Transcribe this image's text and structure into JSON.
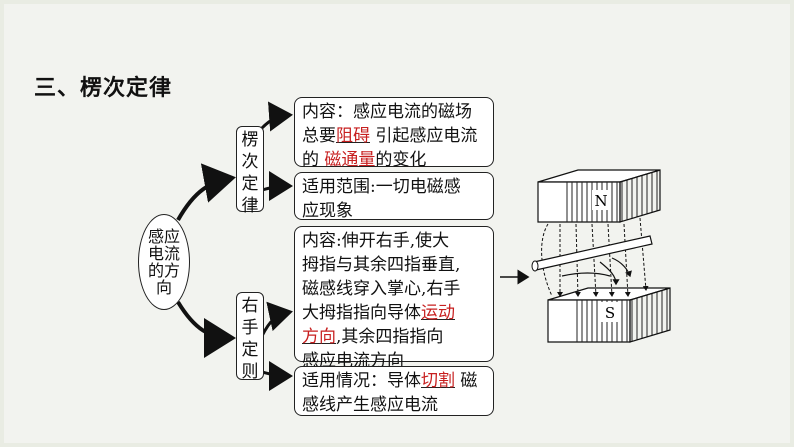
{
  "title": "三、楞次定律",
  "center_label": [
    "感应",
    "电流",
    "的方",
    "向"
  ],
  "lenz": {
    "label": [
      "楞",
      "次",
      "定",
      "律"
    ],
    "content": {
      "line1": "内容：感应电流的磁场",
      "line2_pre": "总要",
      "line2_blank": "阻碍",
      "line2_post": "引起感应电流",
      "line3_pre": "的",
      "line3_blank": "磁通量",
      "line3_post": "的变化"
    },
    "scope": {
      "line1": "适用范围:一切电磁感",
      "line2": "应现象"
    }
  },
  "right_hand": {
    "label": [
      "右",
      "手",
      "定",
      "则"
    ],
    "content": {
      "line1": "内容:伸开右手,使大",
      "line2": "拇指与其余四指垂直,",
      "line3": "磁感线穿入掌心,右手",
      "line4_pre": "大拇指指向导体",
      "line4_blank": "运动",
      "line5_blank": "方向",
      "line5_post": ",其余四指指向",
      "line6": "感应电流方向"
    },
    "usage": {
      "line1_pre": "适用情况：导体",
      "line1_blank": "切割",
      "line1_post": "磁",
      "line2": "感线产生感应电流"
    }
  },
  "figure": {
    "north_label": "N",
    "south_label": "S"
  },
  "colors": {
    "answer": "#c71f1f",
    "background": "#f2f3ef"
  }
}
